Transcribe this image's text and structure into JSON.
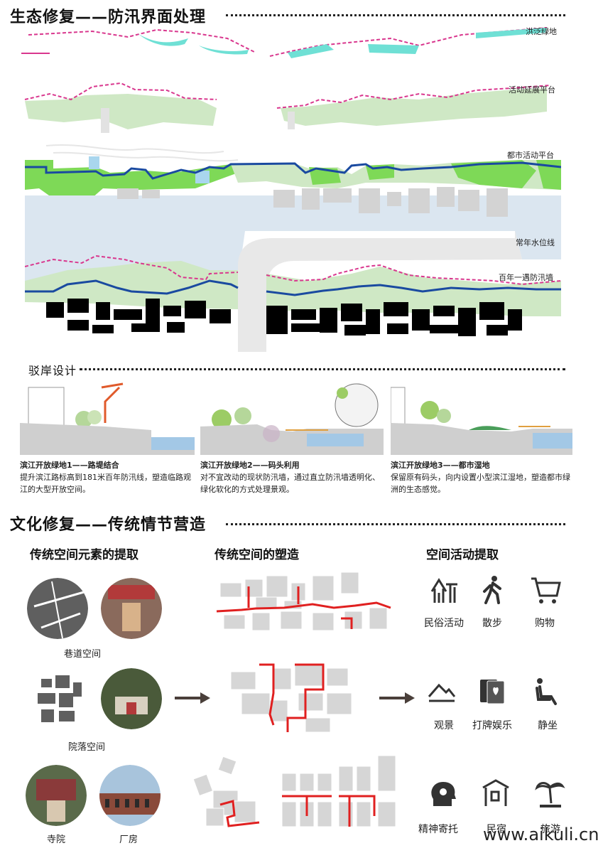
{
  "section1": {
    "title": "生态修复——防汛界面处理"
  },
  "map_labels": {
    "flood_green": "洪泛绿地",
    "activity_platform": "活动延展平台",
    "urban_platform": "都市活动平台",
    "normal_water": "常年水位线",
    "flood_wall": "百年一遇防汛墙"
  },
  "section2": {
    "title": "驳岸设计"
  },
  "banks": [
    {
      "title": "滨江开放绿地1——路堤结合",
      "desc": "提升滨江路标高到181米百年防汛线，塑造临路观江的大型开放空间。"
    },
    {
      "title": "滨江开放绿地2——码头利用",
      "desc": "对不宜改动的现状防汛墙，通过直立防汛墙透明化、绿化软化的方式处理景观。"
    },
    {
      "title": "滨江开放绿地3——都市湿地",
      "desc": "保留原有码头，向内设置小型滨江湿地，塑造都市绿洲的生态感觉。"
    }
  ],
  "section3": {
    "title": "文化修复——传统情节营造"
  },
  "columns": {
    "extract": "传统空间元素的提取",
    "shape": "传统空间的塑造",
    "activity": "空间活动提取"
  },
  "circle_labels": {
    "alley": "巷道空间",
    "courtyard": "院落空间",
    "temple": "寺院",
    "factory": "厂房"
  },
  "activities": [
    {
      "label": "民俗活动",
      "icon": "folk-house-icon"
    },
    {
      "label": "散步",
      "icon": "walking-icon"
    },
    {
      "label": "购物",
      "icon": "shopping-cart-icon"
    },
    {
      "label": "观景",
      "icon": "landscape-view-icon"
    },
    {
      "label": "打牌娱乐",
      "icon": "playing-cards-icon"
    },
    {
      "label": "静坐",
      "icon": "sitting-icon"
    },
    {
      "label": "精神寄托",
      "icon": "mind-gear-icon"
    },
    {
      "label": "民宿",
      "icon": "homestay-icon"
    },
    {
      "label": "旅游",
      "icon": "palm-tree-icon"
    }
  ],
  "watermark": "www.aikuli.cn",
  "colors": {
    "accent_pink": "#d9378e",
    "wall_blue": "#1a4aa0",
    "water": "#dbe6f0",
    "green": "#cfe8c5",
    "bright_green": "#7ed957",
    "cyan": "#6fe0d5",
    "red": "#e02020"
  }
}
